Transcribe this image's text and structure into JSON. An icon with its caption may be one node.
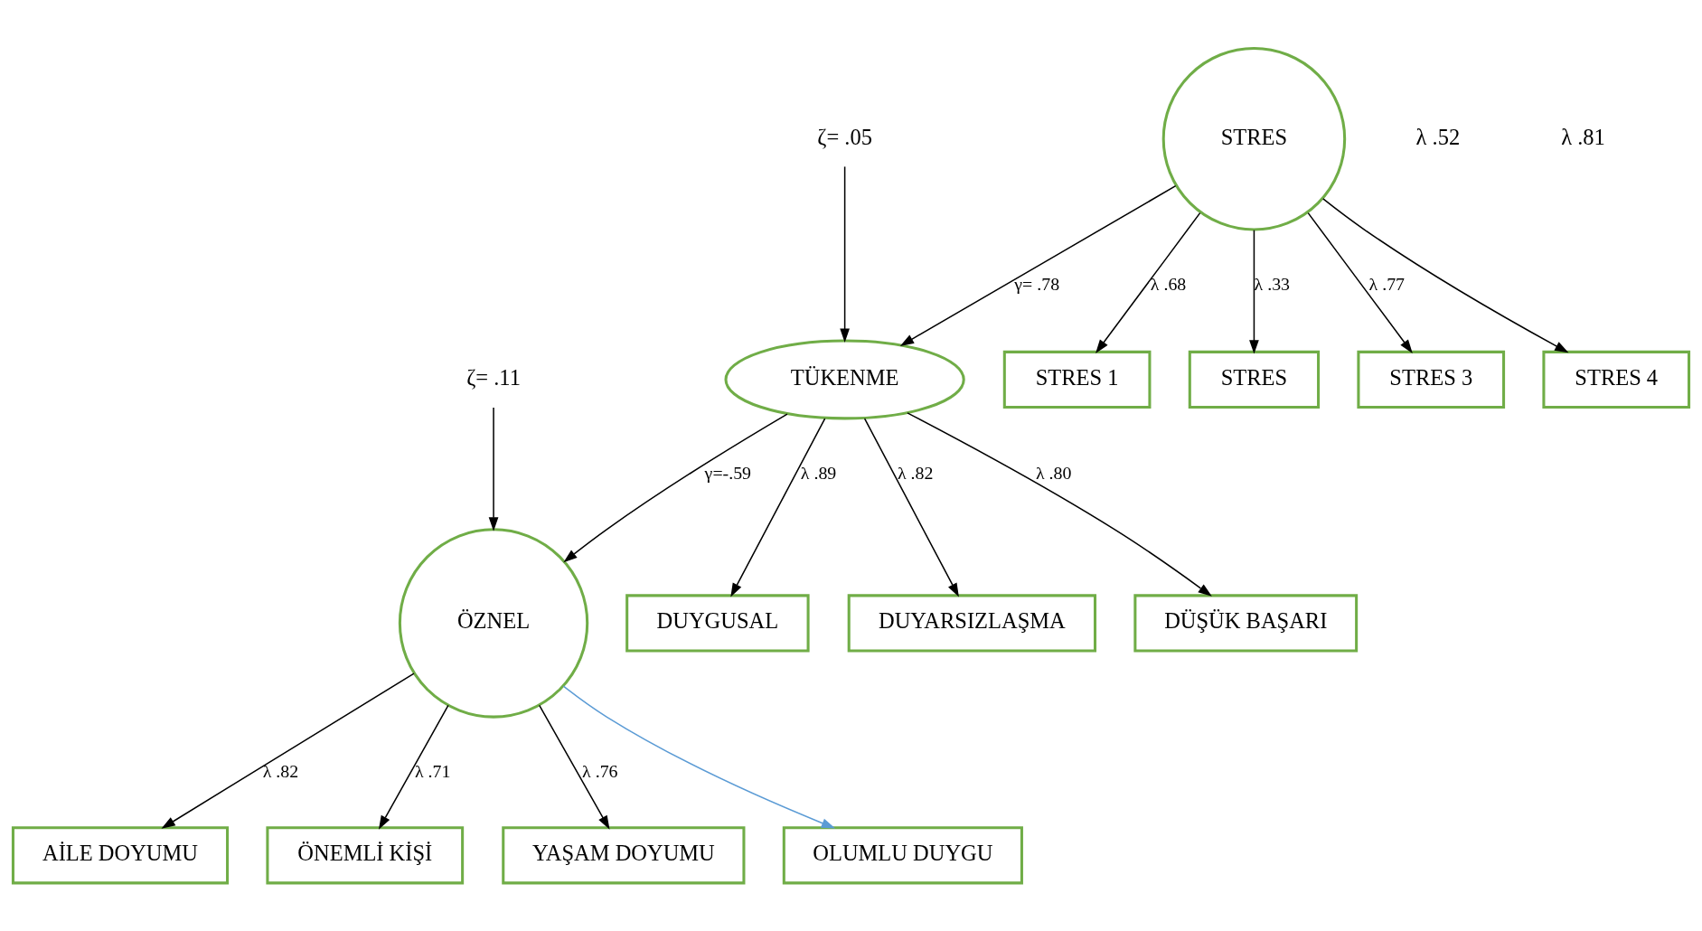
{
  "diagram": {
    "nodes": [
      {
        "text": [
          "DUYGUSAL"
        ]
      },
      {
        "text": [
          "DUYARSIZLAŞMA"
        ]
      },
      {
        "text": [
          "DÜŞÜK BAŞARI"
        ]
      },
      {
        "text": [
          "ζ= .05"
        ]
      },
      {
        "text": [
          "STRES 1"
        ]
      },
      {
        "text": [
          "TÜKENME"
        ]
      },
      {
        "text": [
          "AİLE DOYUMU"
        ]
      },
      {
        "text": [
          "STRES"
        ]
      },
      {
        "text": [
          "ÖNEMLİ KİŞİ"
        ]
      },
      {
        "text": [
          "ζ= .11"
        ]
      },
      {
        "text": [
          "STRES"
        ]
      },
      {
        "text": [
          "STRES 3"
        ]
      },
      {
        "text": [
          "ÖZNEL"
        ]
      },
      {
        "text": [
          "YAŞAM DOYUMU"
        ]
      },
      {
        "text": [
          "OLUMLU DUYGU"
        ]
      },
      {
        "text": [
          "STRES 4"
        ]
      }
    ],
    "edges": [
      {
        "from": 5,
        "to": 0,
        "arrow": "to",
        "label": "λ .89"
      },
      {
        "from": 5,
        "to": 1,
        "arrow": "to",
        "label": "λ .82"
      },
      {
        "from": 5,
        "to": 2,
        "arrow": "to",
        "label": "λ .80"
      },
      {
        "from": 3,
        "to": 5,
        "arrow": "to"
      },
      {
        "from": 10,
        "to": 4,
        "arrow": "to",
        "label": "λ .68"
      },
      {
        "from": 10,
        "to": 7,
        "arrow": "to",
        "label": "λ .33"
      },
      {
        "from": 10,
        "to": 11,
        "arrow": "to",
        "label": "λ .77"
      },
      {
        "from": 10,
        "to": 15,
        "arrow": "to"
      },
      {
        "from": 10,
        "to": 5,
        "arrow": "to",
        "label": "γ= .78"
      },
      {
        "from": 5,
        "to": 12,
        "arrow": "to",
        "label": "γ=-.59"
      },
      {
        "from": 9,
        "to": 12,
        "arrow": "to"
      },
      {
        "from": 12,
        "to": 6,
        "arrow": "to",
        "label": "λ .82"
      },
      {
        "from": 12,
        "to": 8,
        "arrow": "to",
        "label": "λ .71"
      },
      {
        "from": 12,
        "to": 13,
        "arrow": "to",
        "label": "λ .76"
      },
      {
        "from": 12,
        "to": 14,
        "arrow": "to",
        "color": "#5b9bd5"
      }
    ],
    "labels": [
      "λ .52",
      "λ .81"
    ]
  }
}
